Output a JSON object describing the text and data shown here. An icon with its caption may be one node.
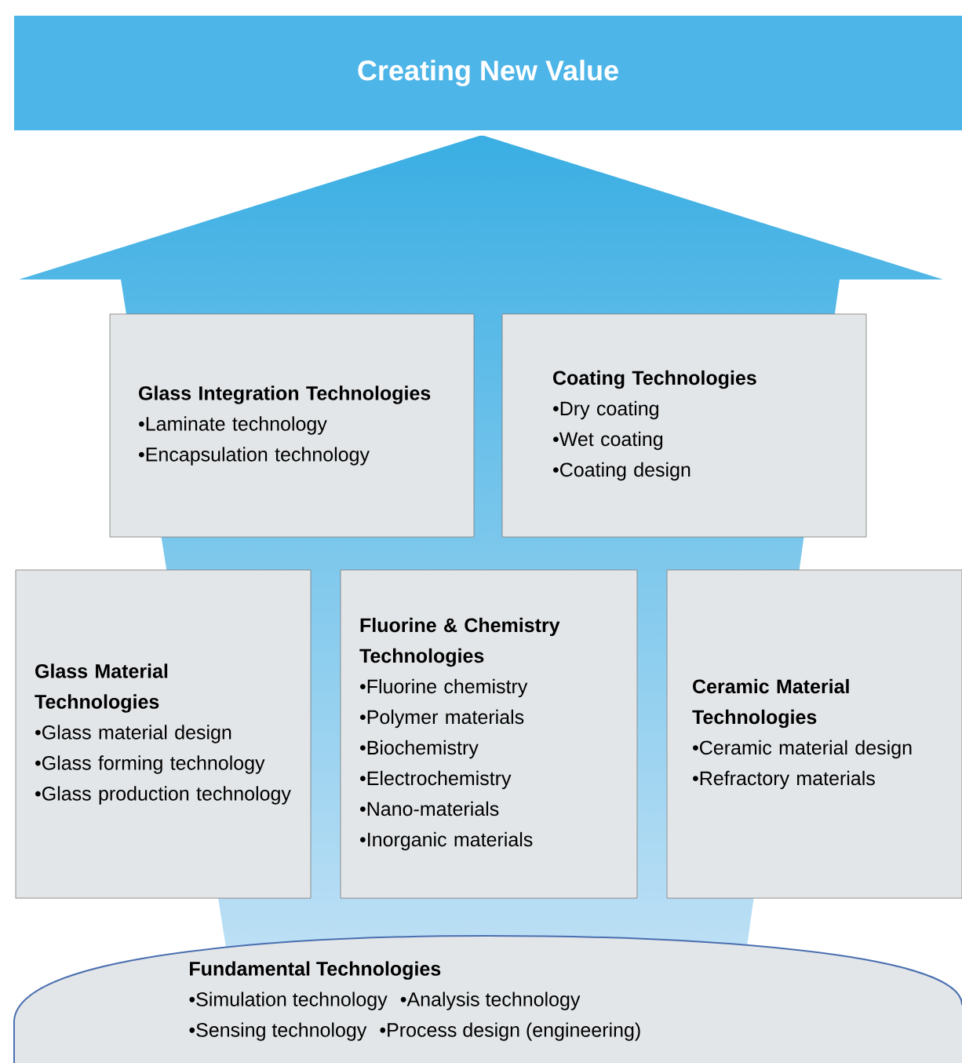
{
  "diagram": {
    "nodes": [
      {
        "text": [
          "Creating New Value"
        ]
      },
      {
        "text": [
          "Glass Integration Technologies",
          "•Laminate technology",
          "•Encapsulation technology"
        ]
      },
      {
        "text": [
          "Coating Technologies",
          "•Dry coating",
          "•Wet coating",
          "•Coating design"
        ]
      },
      {
        "text": [
          "Glass Material Technologies",
          "•Glass material design",
          "•Glass forming technology",
          "•Glass production technology"
        ]
      },
      {
        "text": [
          "Fluorine & Chemistry Technologies",
          "•Fluorine chemistry",
          "•Polymer materials",
          "•Biochemistry",
          "•Electrochemistry",
          "•Nano-materials",
          "•Inorganic materials"
        ]
      },
      {
        "text": [
          "Ceramic Material Technologies",
          "•Ceramic material design",
          "•Refractory materials"
        ]
      },
      {
        "text": [
          "Fundamental Technologies",
          "•Simulation technology",
          "•Analysis technology",
          "•Sensing technology",
          "•Process design (engineering)"
        ]
      }
    ]
  }
}
